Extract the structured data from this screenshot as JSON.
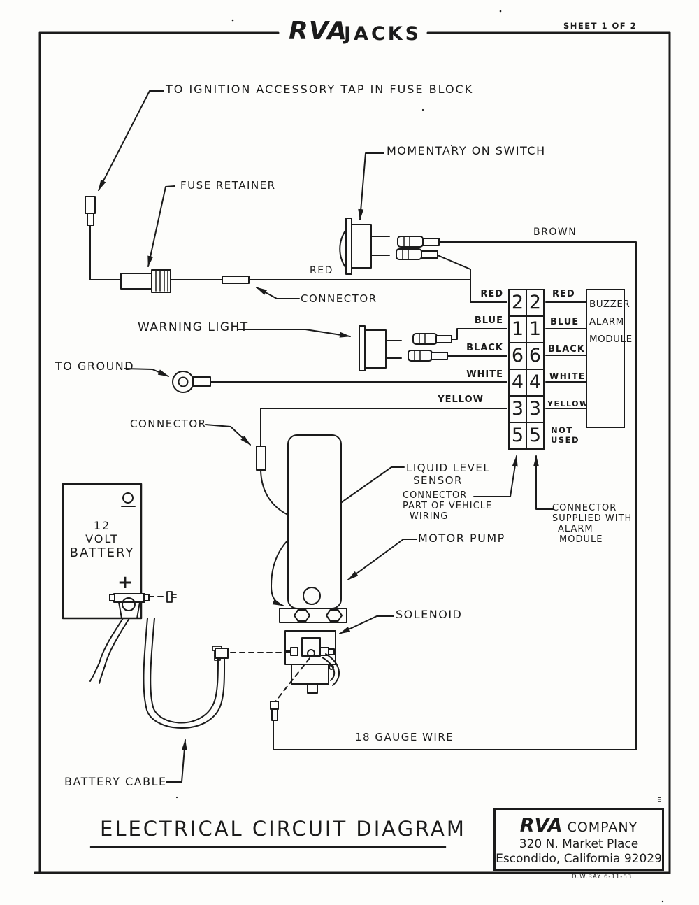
{
  "header": {
    "brand": "RVA",
    "product": "JACKS",
    "sheet": "SHEET 1 OF 2"
  },
  "labels": {
    "ignition": "TO IGNITION ACCESSORY TAP  IN FUSE BLOCK",
    "momentary_switch": "MOMENTARY ON SWITCH",
    "fuse_retainer": "FUSE RETAINER",
    "connector_top": "CONNECTOR",
    "red_wire": "RED",
    "brown_wire": "BROWN",
    "warning_light": "WARNING LIGHT",
    "to_ground": "TO GROUND",
    "connector_left": "CONNECTOR",
    "liquid_level_sensor": [
      "LIQUID LEVEL",
      "SENSOR"
    ],
    "connector_vehicle": [
      "CONNECTOR",
      "PART OF VEHICLE",
      "WIRING"
    ],
    "connector_alarm": [
      "CONNECTOR",
      "SUPPLIED WITH",
      "ALARM",
      "MODULE"
    ],
    "motor_pump": "MOTOR PUMP",
    "solenoid": "SOLENOID",
    "gauge_wire": "18 GAUGE WIRE",
    "battery_cable": "BATTERY CABLE",
    "battery_lines": [
      "12",
      "VOLT",
      "BATTERY"
    ],
    "battery_plus": "+"
  },
  "connector_block": {
    "rows": [
      {
        "num": "2",
        "left": "RED",
        "right": "RED"
      },
      {
        "num": "1",
        "left": "BLUE",
        "right": "BLUE"
      },
      {
        "num": "6",
        "left": "BLACK",
        "right": "BLACK"
      },
      {
        "num": "4",
        "left": "WHITE",
        "right": "WHITE"
      },
      {
        "num": "3",
        "left": "YELLOW",
        "right": "YELLOW"
      },
      {
        "num": "5",
        "left": "",
        "right": "NOT USED"
      }
    ]
  },
  "module": {
    "lines": [
      "BUZZER",
      "ALARM",
      "MODULE"
    ]
  },
  "footer": {
    "diagram_title": "ELECTRICAL CIRCUIT DIAGRAM",
    "company_brand": "RVA",
    "company_word": "COMPANY",
    "address1": "320 N. Market Place",
    "address2": "Escondido, California  92029",
    "drafter_note": "D.W.RAY 6-11-83",
    "corner_mark": "E"
  },
  "ink_color": "#1b1b1b"
}
